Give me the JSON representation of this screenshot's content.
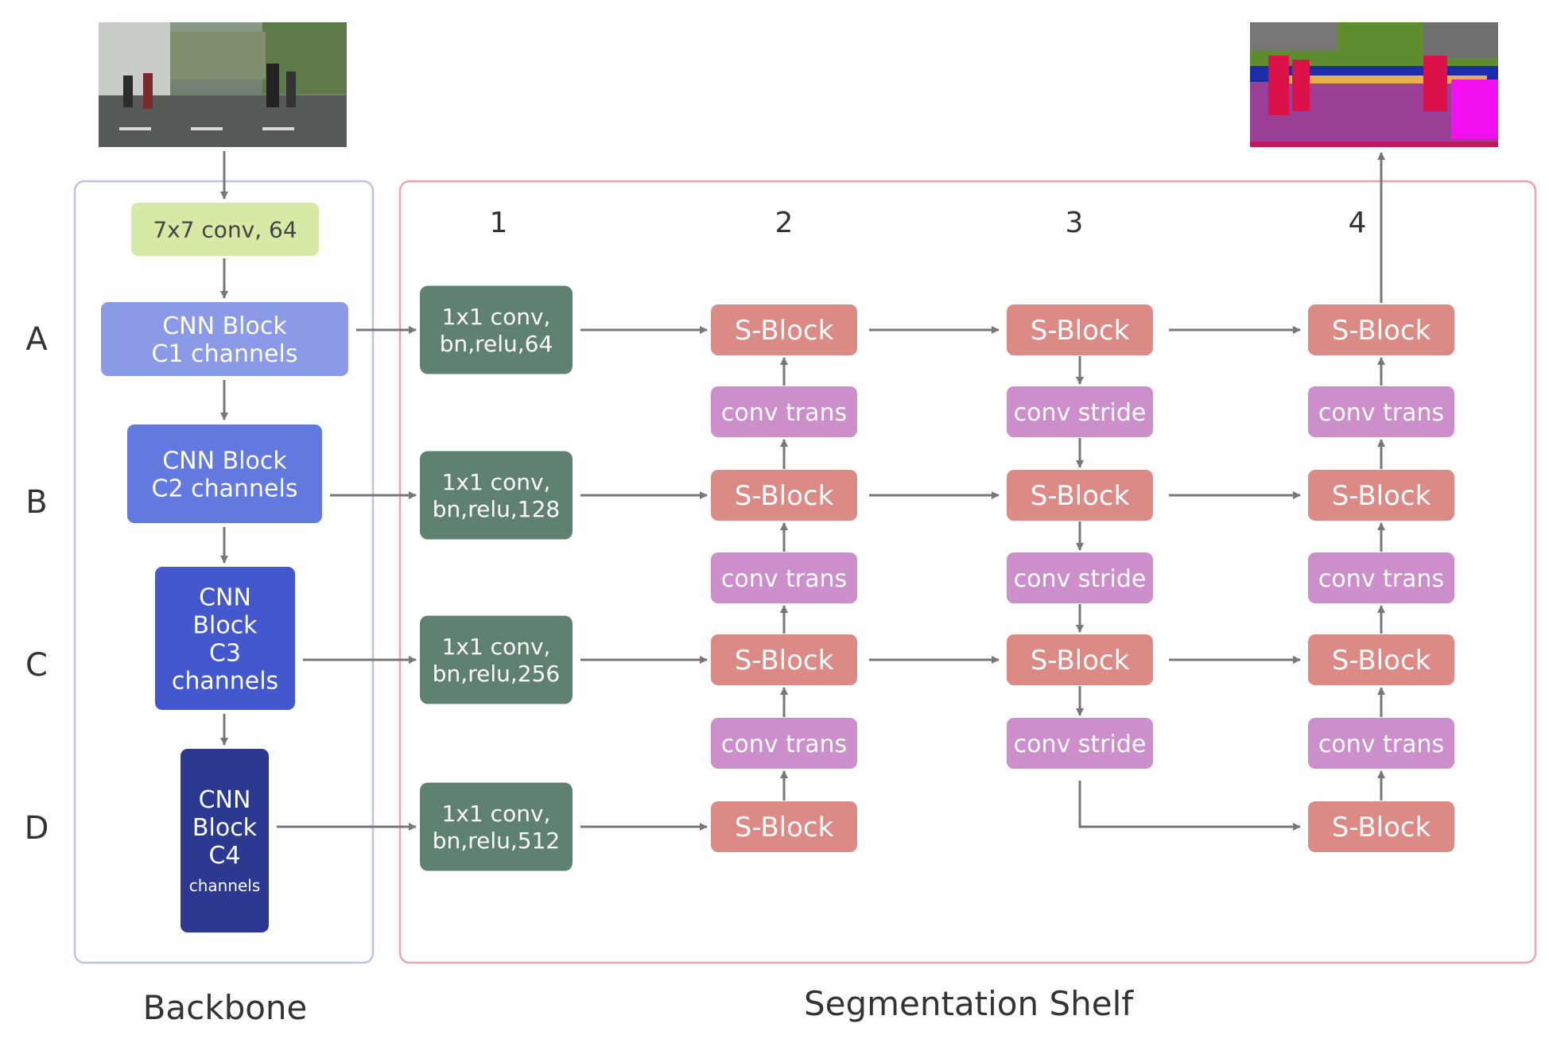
{
  "rows": [
    "A",
    "B",
    "C",
    "D"
  ],
  "columns": [
    "1",
    "2",
    "3",
    "4"
  ],
  "stem": "7x7 conv, 64",
  "backbone": {
    "label": "Backbone",
    "blocks": [
      {
        "lines": [
          "CNN Block",
          "C1 channels"
        ],
        "color": "#8a9ae6"
      },
      {
        "lines": [
          "CNN Block",
          "C2 channels"
        ],
        "color": "#6279e0"
      },
      {
        "lines": [
          "CNN",
          "Block",
          "C3",
          "channels"
        ],
        "color": "#4258cc"
      },
      {
        "lines": [
          "CNN",
          "Block",
          "C4",
          "channels"
        ],
        "color": "#2b3990"
      }
    ]
  },
  "shelf": {
    "label": "Segmentation Shelf",
    "reduce": [
      [
        "1x1 conv,",
        "bn,relu,64"
      ],
      [
        "1x1 conv,",
        "bn,relu,128"
      ],
      [
        "1x1 conv,",
        "bn,relu,256"
      ],
      [
        "1x1 conv,",
        "bn,relu,512"
      ]
    ],
    "sblock": "S-Block",
    "conv_trans": "conv trans",
    "conv_stride": "conv stride"
  },
  "colors": {
    "stem": "#d6e9a5",
    "reduce": "#5f8171",
    "sblock": "#dc8a86",
    "conv": "#cc8fcc",
    "backbone_border": "#b9c4e4",
    "shelf_border": "#e5a7ab",
    "arrow": "#777777"
  },
  "images": {
    "input": "input street scene photo",
    "output": "output segmentation map"
  }
}
